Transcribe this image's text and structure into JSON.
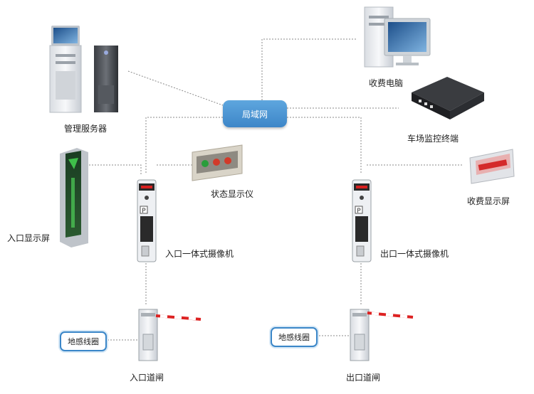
{
  "network": {
    "hub_label": "局域网"
  },
  "nodes": {
    "management_server": "管理服务器",
    "billing_pc": "收费电脑",
    "lot_monitor_terminal": "车场监控终端",
    "status_display": "状态显示仪",
    "billing_display": "收费显示屏",
    "entry_display": "入口显示屏",
    "entry_camera": "入口一体式摄像机",
    "exit_camera": "出口一体式摄像机",
    "entry_gate": "入口道闸",
    "exit_gate": "出口道闸"
  },
  "loop_detectors": {
    "entry_label": "地感线圈",
    "exit_label": "地感线圈"
  }
}
